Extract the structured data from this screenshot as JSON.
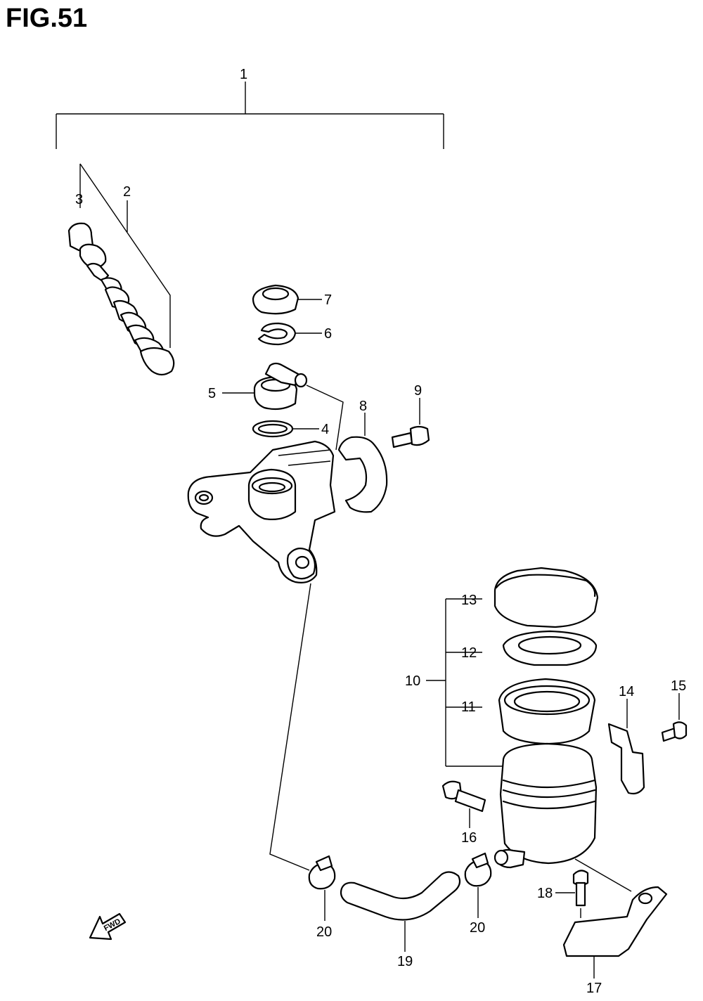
{
  "figure": {
    "title": "FIG.51",
    "fwd_label": "FWD"
  },
  "callouts": {
    "c1": "1",
    "c2": "2",
    "c3": "3",
    "c4": "4",
    "c5": "5",
    "c6": "6",
    "c7": "7",
    "c8": "8",
    "c9": "9",
    "c10": "10",
    "c11": "11",
    "c12": "12",
    "c13": "13",
    "c14": "14",
    "c15": "15",
    "c16": "16",
    "c17": "17",
    "c18": "18",
    "c19": "19",
    "c20a": "20",
    "c20b": "20"
  }
}
